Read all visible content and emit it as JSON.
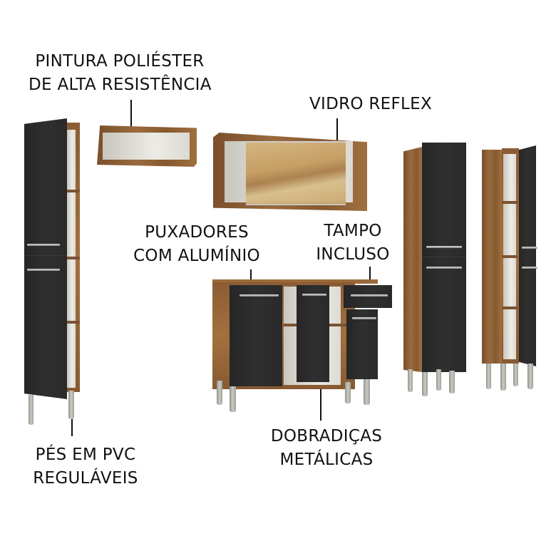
{
  "labels": {
    "pintura": {
      "line1": "PINTURA POLIÉSTER",
      "line2": "DE ALTA RESISTÊNCIA"
    },
    "vidro": {
      "line1": "VIDRO REFLEX"
    },
    "puxadores": {
      "line1": "PUXADORES",
      "line2": "COM ALUMÍNIO"
    },
    "tampo": {
      "line1": "TAMPO",
      "line2": "INCLUSO"
    },
    "pes": {
      "line1": "PÉS EM PVC",
      "line2": "REGULÁVEIS"
    },
    "dobradicas": {
      "line1": "DOBRADIÇAS",
      "line2": "METÁLICAS"
    }
  },
  "colors": {
    "front": "#2b2b2b",
    "wood": "#93643a",
    "interior": "#e6e4dc",
    "legs": "#b5b8ae",
    "glass": "#c9a56a",
    "text": "#111111"
  },
  "products": [
    {
      "name": "tall-cabinet-left",
      "doors": 2,
      "state": "door open"
    },
    {
      "name": "open-wall-niche",
      "doors": 0
    },
    {
      "name": "glass-wall-cabinet",
      "doors": 1,
      "door_type": "vidro reflex"
    },
    {
      "name": "base-cabinet",
      "doors": 3,
      "drawers": 1
    },
    {
      "name": "tall-cabinet-closed",
      "doors": 2
    },
    {
      "name": "tall-cabinet-right",
      "doors": 2,
      "state": "door open"
    }
  ]
}
